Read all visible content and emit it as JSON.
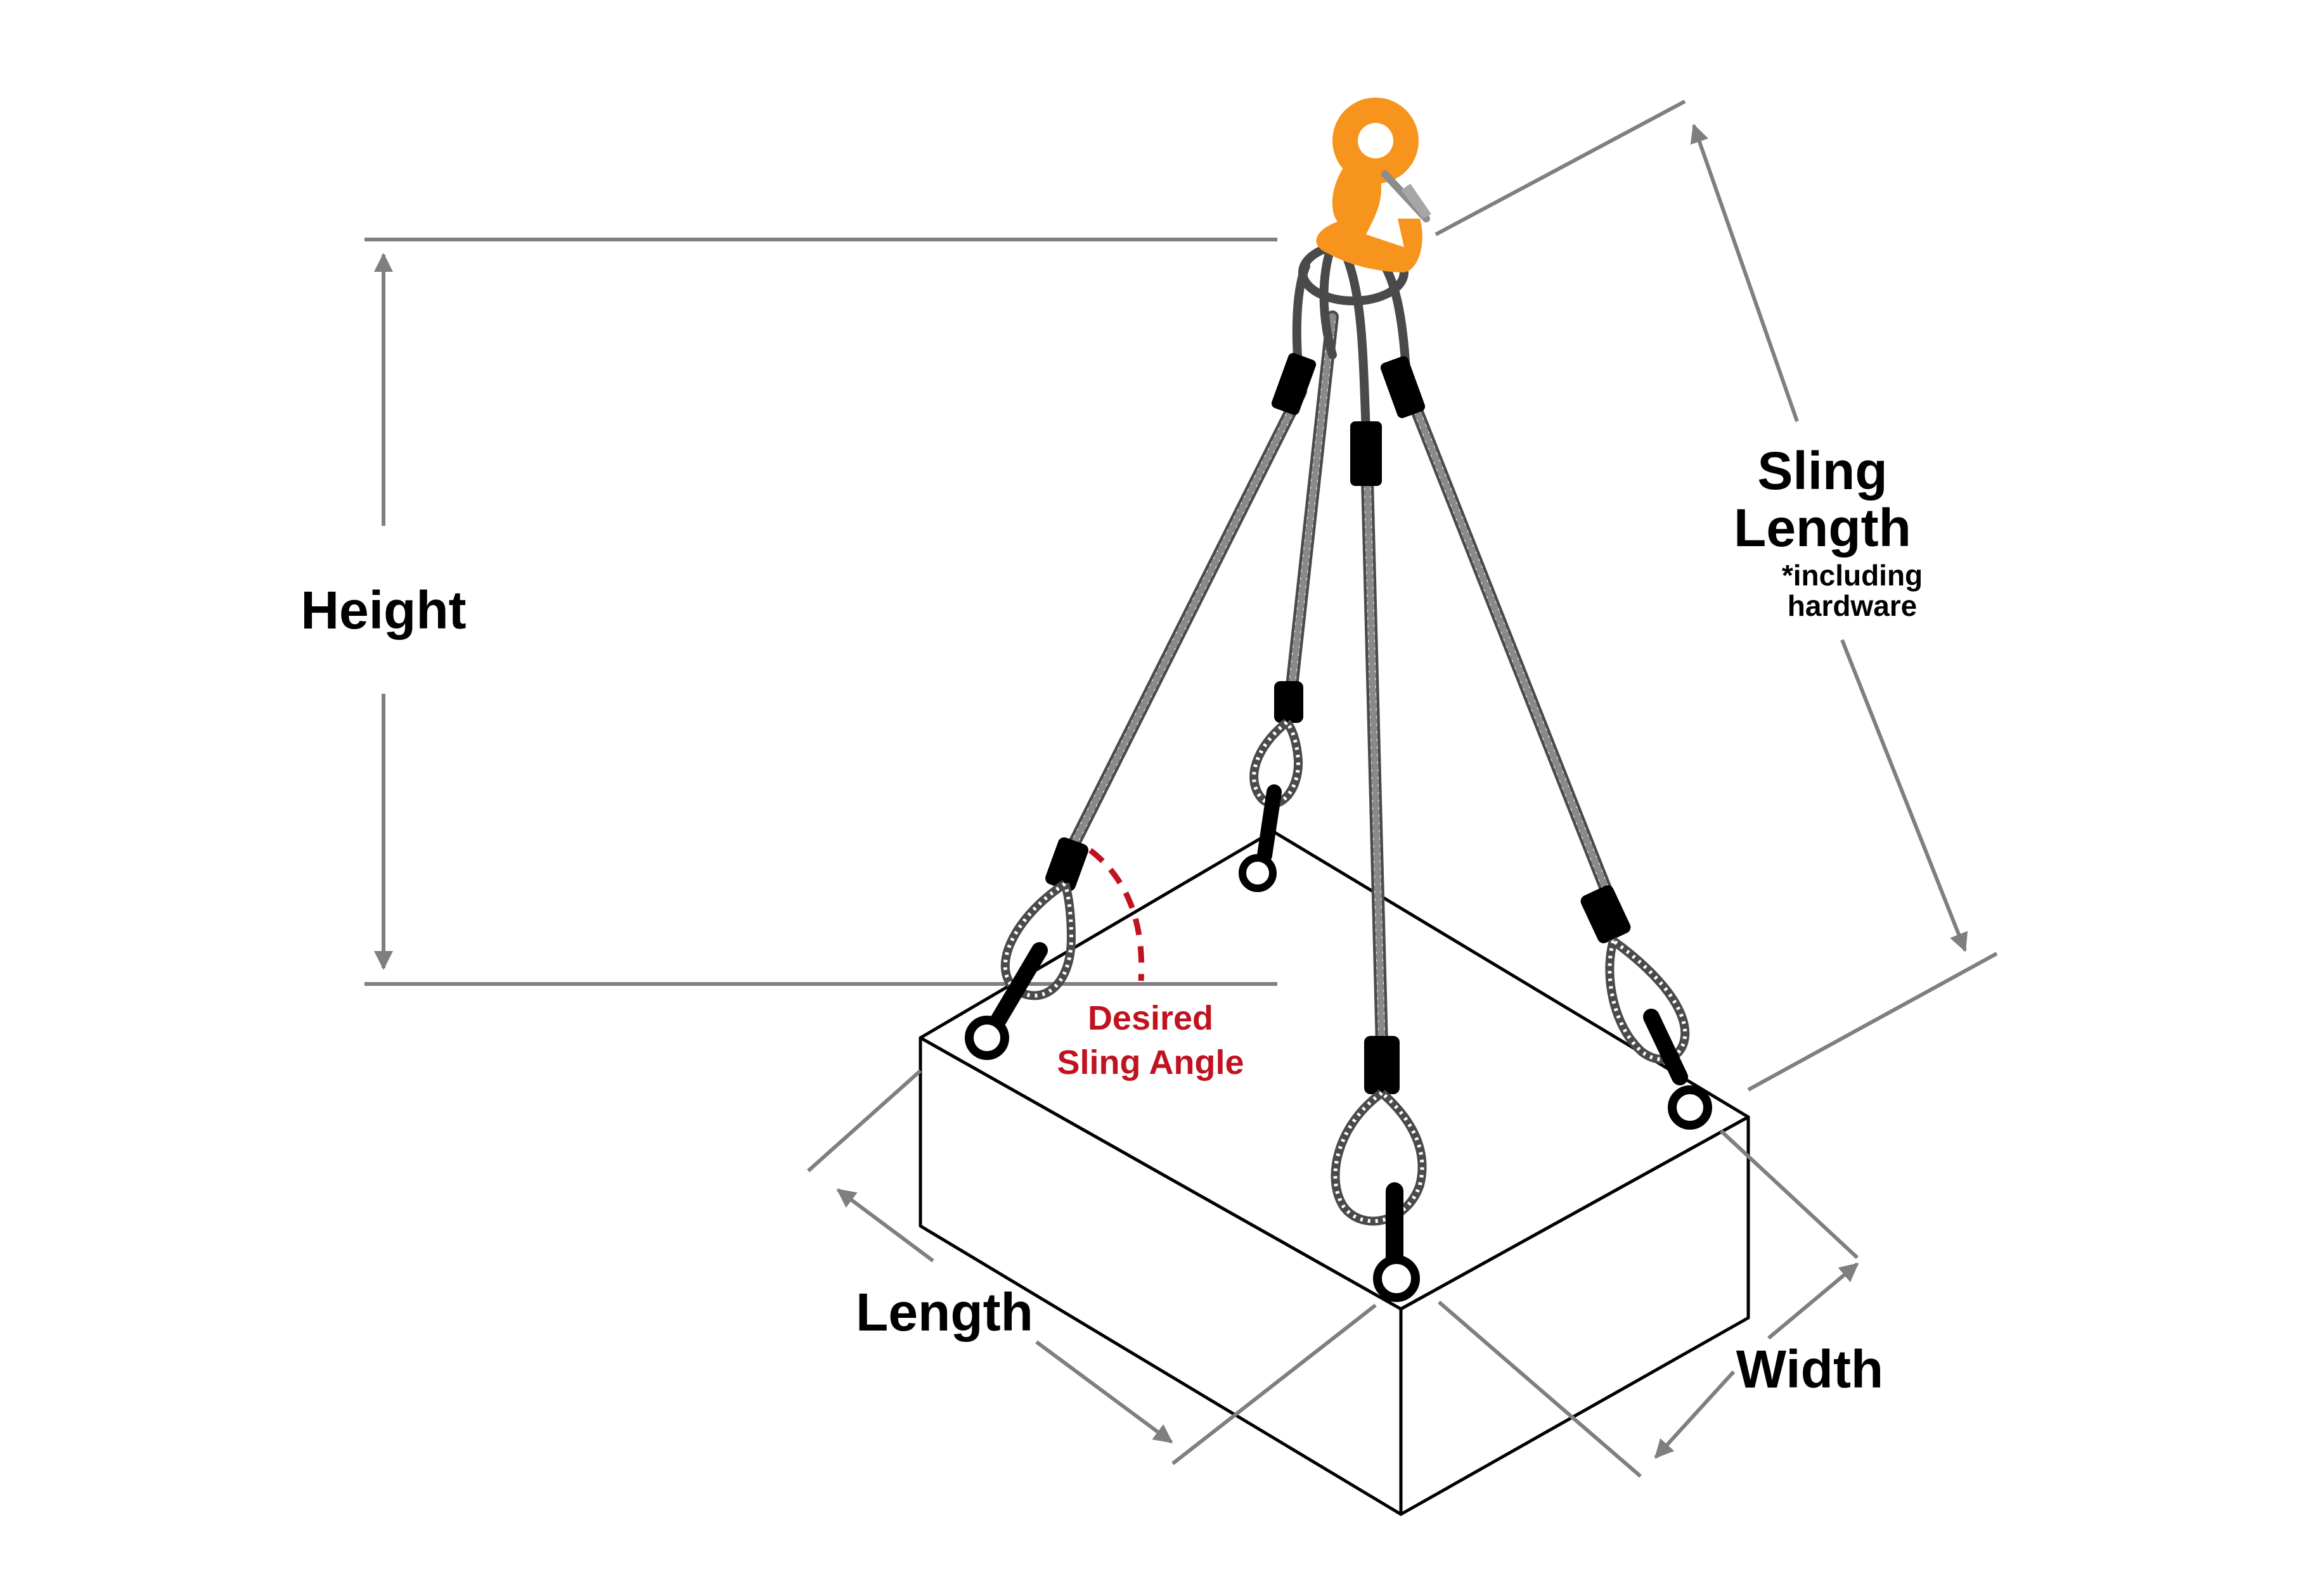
{
  "labels": {
    "height": "Height",
    "sling_length_line1": "Sling",
    "sling_length_line2": "Length",
    "including_line1": "*including",
    "including_line2": "hardware",
    "desired_line1": "Desired",
    "desired_line2": "Sling Angle",
    "length": "Length",
    "width": "Width"
  },
  "colors": {
    "hook": "#f7941d",
    "dimension": "#7f7f7f",
    "outline": "#000000",
    "angle": "#c1121f",
    "rope": "#6d6d6d"
  },
  "icons": {
    "hook": "lifting-hook-icon",
    "eyebolt": "eye-bolt-icon",
    "ferrule": "ferrule-icon"
  }
}
